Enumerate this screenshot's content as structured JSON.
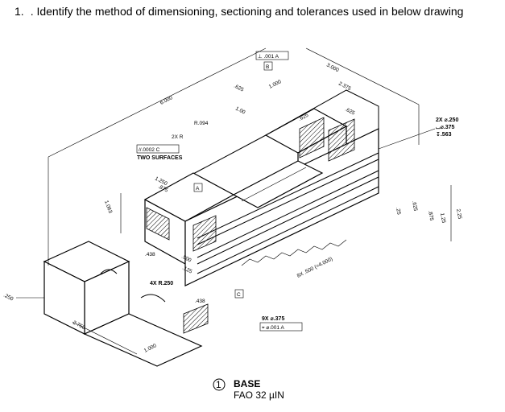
{
  "question": {
    "number": "1.",
    "text": ". Identify the method of dimensioning, sectioning and tolerances used in below drawing"
  },
  "drawing": {
    "dims": {
      "d6000": "6.000",
      "d3000": "3.000",
      "d2375": "2.375",
      "d625a": ".625",
      "d625b": ".625",
      "d625c": ".625",
      "d625d": ".625",
      "d1000top": "1.000",
      "d100": "1.00",
      "r094": "R.094",
      "twoxr": "2X R",
      "d1250": "1.250",
      "d875a": ".875",
      "d1063": "1.063",
      "d438a": ".438",
      "d438b": ".438",
      "d500": ".500",
      "d125a": ".125",
      "d250": ".250",
      "d2750": "2.750",
      "d1000bot": "1.000",
      "d25": ".25",
      "d875b": ".875",
      "d125b": "1.25",
      "d225": "2.25",
      "d8x500": "8X .500 (=4.000)"
    },
    "notes": {
      "fourxr": "4X R.250",
      "parallel_fcf": "//.0002 C",
      "two_surfaces": "TWO SURFACES",
      "perp_fcf": "⊥ .001 A",
      "datum_a": "A",
      "datum_b": "B",
      "datum_c": "C",
      "hole_qty": "2X ⌀.250",
      "hole_cbore": "⌴⌀.375",
      "hole_depth": "↧.563",
      "nine_holes": "9X ⌀.375",
      "pos_fcf": "⌖ ⌀.001 A"
    },
    "title_block": {
      "item": "1",
      "name": "BASE",
      "finish": "FAO 32 µIN"
    }
  }
}
